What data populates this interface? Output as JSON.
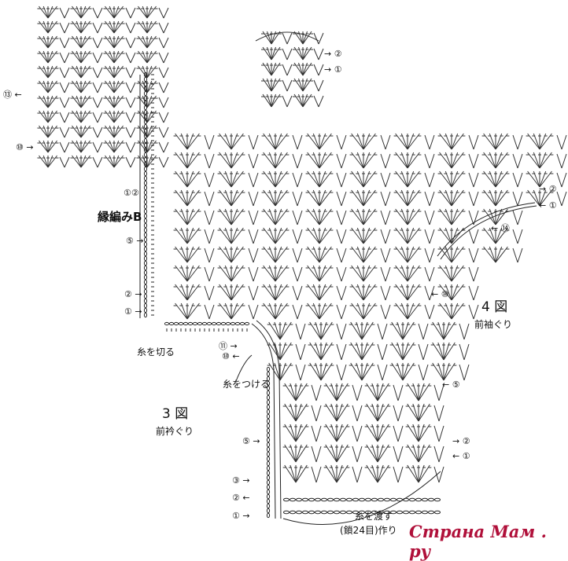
{
  "labels": {
    "edge_b": "縁編みB",
    "cut_yarn": "糸を切る",
    "attach_yarn": "糸をつける",
    "pass_yarn": "糸を渡す",
    "footnote": "(鎖24目)作り",
    "fig3_num": "3 図",
    "fig3_title": "前衿ぐり",
    "fig4_num": "4 図",
    "fig4_title": "前袖ぐり",
    "rows_12": "①②"
  },
  "row_markers": [
    {
      "id": "r2-top",
      "text": "→ ②"
    },
    {
      "id": "r1-top",
      "text": "→ ①"
    },
    {
      "id": "r13",
      "text": "⑬ ←"
    },
    {
      "id": "r10-left",
      "text": "⑩ →"
    },
    {
      "id": "r2-right",
      "text": "→ ②"
    },
    {
      "id": "r1-right",
      "text": "← ①"
    },
    {
      "id": "r14",
      "text": "← ⑭"
    },
    {
      "id": "r5-edge",
      "text": "⑤ →"
    },
    {
      "id": "r10-mid",
      "text": "← ⑩"
    },
    {
      "id": "r2-edge",
      "text": "② →"
    },
    {
      "id": "r1-edge",
      "text": "① →"
    },
    {
      "id": "r11",
      "text": "⑪ →"
    },
    {
      "id": "r10-neck",
      "text": "⑩ ←"
    },
    {
      "id": "r5-arm",
      "text": "← ⑤"
    },
    {
      "id": "r5-neck",
      "text": "⑤ →"
    },
    {
      "id": "r2-low",
      "text": "→ ②"
    },
    {
      "id": "r1-low",
      "text": "← ①"
    },
    {
      "id": "r3-bot",
      "text": "③ →"
    },
    {
      "id": "r2-bot",
      "text": "② ←"
    },
    {
      "id": "r1-bot",
      "text": "① →"
    }
  ],
  "watermark": {
    "text": "Страна Мам . ру",
    "color": "#b0103a"
  },
  "colors": {
    "ink": "#222222",
    "background": "#ffffff"
  }
}
